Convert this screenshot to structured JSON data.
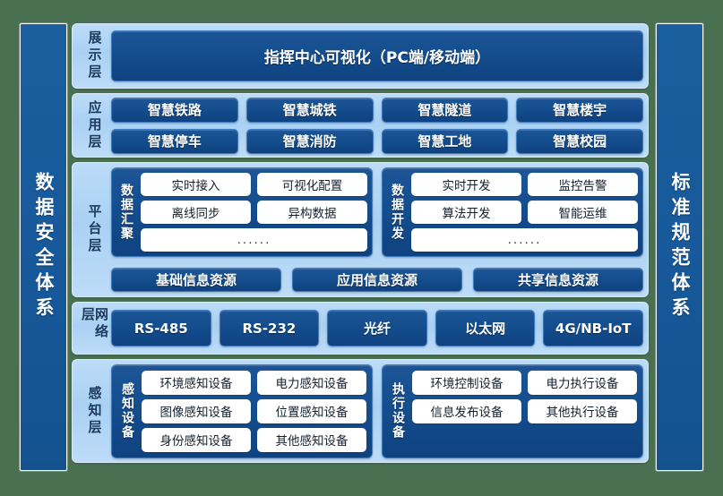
{
  "background_color": "#4a7052",
  "accent_dark_blue": "#154f8f",
  "accent_light_blue": "#a9d1f4",
  "pillars": {
    "left": {
      "label": "数据安全体系"
    },
    "right": {
      "label": "标准规范体系"
    }
  },
  "layers": [
    {
      "id": "presentation",
      "label": "展示层",
      "items": [
        "指挥中心可视化（PC端/移动端）"
      ]
    },
    {
      "id": "application",
      "label": "应用层",
      "row1": [
        "智慧铁路",
        "智慧城铁",
        "智慧隧道",
        "智慧楼宇"
      ],
      "row2": [
        "智慧停车",
        "智慧消防",
        "智慧工地",
        "智慧校园"
      ]
    },
    {
      "id": "platform",
      "label": "平台层",
      "groups": [
        {
          "label": "数据汇聚",
          "row1": [
            "实时接入",
            "可视化配置"
          ],
          "row2": [
            "离线同步",
            "异构数据"
          ],
          "row3": "......"
        },
        {
          "label": "数据开发",
          "row1": [
            "实时开发",
            "监控告警"
          ],
          "row2": [
            "算法开发",
            "智能运维"
          ],
          "row3": "......"
        }
      ],
      "resources": [
        "基础信息资源",
        "应用信息资源",
        "共享信息资源"
      ]
    },
    {
      "id": "network",
      "label": "网络层",
      "items": [
        "RS-485",
        "RS-232",
        "光纤",
        "以太网",
        "4G/NB-IoT"
      ]
    },
    {
      "id": "sensing",
      "label": "感知层",
      "groups": [
        {
          "label": "感知设备",
          "row1": [
            "环境感知设备",
            "电力感知设备"
          ],
          "row2": [
            "图像感知设备",
            "位置感知设备"
          ],
          "row3": [
            "身份感知设备",
            "其他感知设备"
          ]
        },
        {
          "label": "执行设备",
          "row1": [
            "环境控制设备",
            "电力执行设备"
          ],
          "row2": [
            "信息发布设备",
            "其他执行设备"
          ]
        }
      ]
    }
  ]
}
